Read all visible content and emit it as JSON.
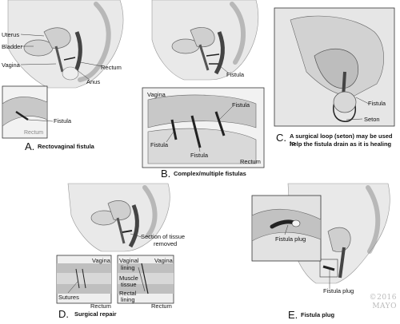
{
  "panel_a": {
    "letter": "A.",
    "caption": "Rectovaginal fistula",
    "labels": {
      "uterus": "Uterus",
      "bladder": "Bladder",
      "vagina": "Vagina",
      "anus": "Anus",
      "rectum": "Rectum",
      "fistula": "Fistula",
      "rectum_inset": "Rectum"
    }
  },
  "panel_b": {
    "letter": "B.",
    "caption": "Complex/multiple fistulas",
    "labels": {
      "fistula_top": "Fistula",
      "vagina": "Vagina",
      "fistula_right": "Fistula",
      "fistula_left": "Fistula",
      "fistula_mid": "Fistula",
      "rectum": "Rectum"
    }
  },
  "panel_c": {
    "letter": "C.",
    "caption_line1": "A surgical loop (seton) may be used to",
    "caption_line2": "help the fistula drain as it is healing",
    "labels": {
      "fistula": "Fistula",
      "seton": "Seton"
    }
  },
  "panel_d": {
    "letter": "D.",
    "caption": "Surgical repair",
    "labels": {
      "section_line1": "Section of tissue",
      "section_line2": "removed",
      "vagina_left": "Vagina",
      "sutures": "Sutures",
      "rectum_left": "Rectum",
      "vaginal_lining_1": "Vaginal",
      "vaginal_lining_2": "lining",
      "vagina_right": "Vagina",
      "muscle_1": "Muscle",
      "muscle_2": "tissue",
      "rectal_lining_1": "Rectal",
      "rectal_lining_2": "lining",
      "rectum_right": "Rectum"
    }
  },
  "panel_e": {
    "letter": "E.",
    "caption": "Fistula plug",
    "labels": {
      "plug_inset": "Fistula plug",
      "plug_main": "Fistula plug"
    }
  },
  "watermark": {
    "line1": "©2016",
    "line2": "MAYO"
  }
}
